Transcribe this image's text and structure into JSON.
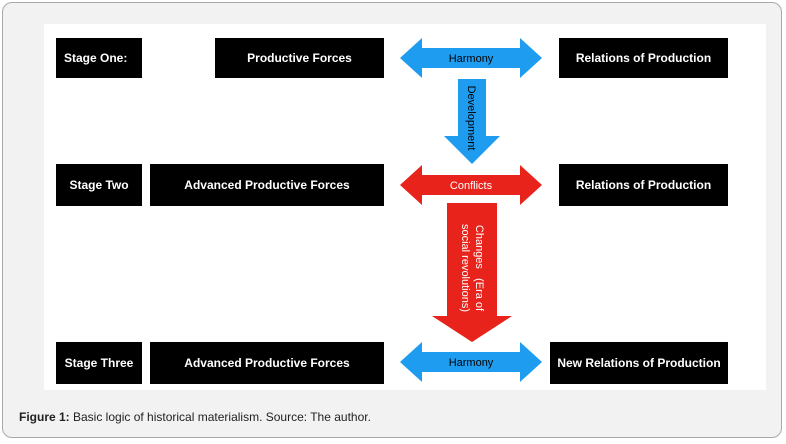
{
  "stages": [
    {
      "label": "Stage One:",
      "forces": "Productive Forces",
      "relation_arrow": "Harmony",
      "relations": "Relations of Production"
    },
    {
      "label": "Stage Two",
      "forces": "Advanced Productive Forces",
      "relation_arrow": "Conflicts",
      "relations": "Relations of Production"
    },
    {
      "label": "Stage Three",
      "forces": "Advanced Productive Forces",
      "relation_arrow": "Harmony",
      "relations": "New Relations of Production"
    }
  ],
  "vertical_arrows": {
    "first": "Development",
    "second_line1": "Changes   (Era of",
    "second_line2": "social revolutions)"
  },
  "caption": {
    "prefix": "Figure 1:",
    "text": " Basic logic of historical materialism. Source: The author."
  },
  "colors": {
    "harmony_arrow": "#1e9cf0",
    "conflict_arrow": "#e8231c",
    "box": "#000000"
  }
}
